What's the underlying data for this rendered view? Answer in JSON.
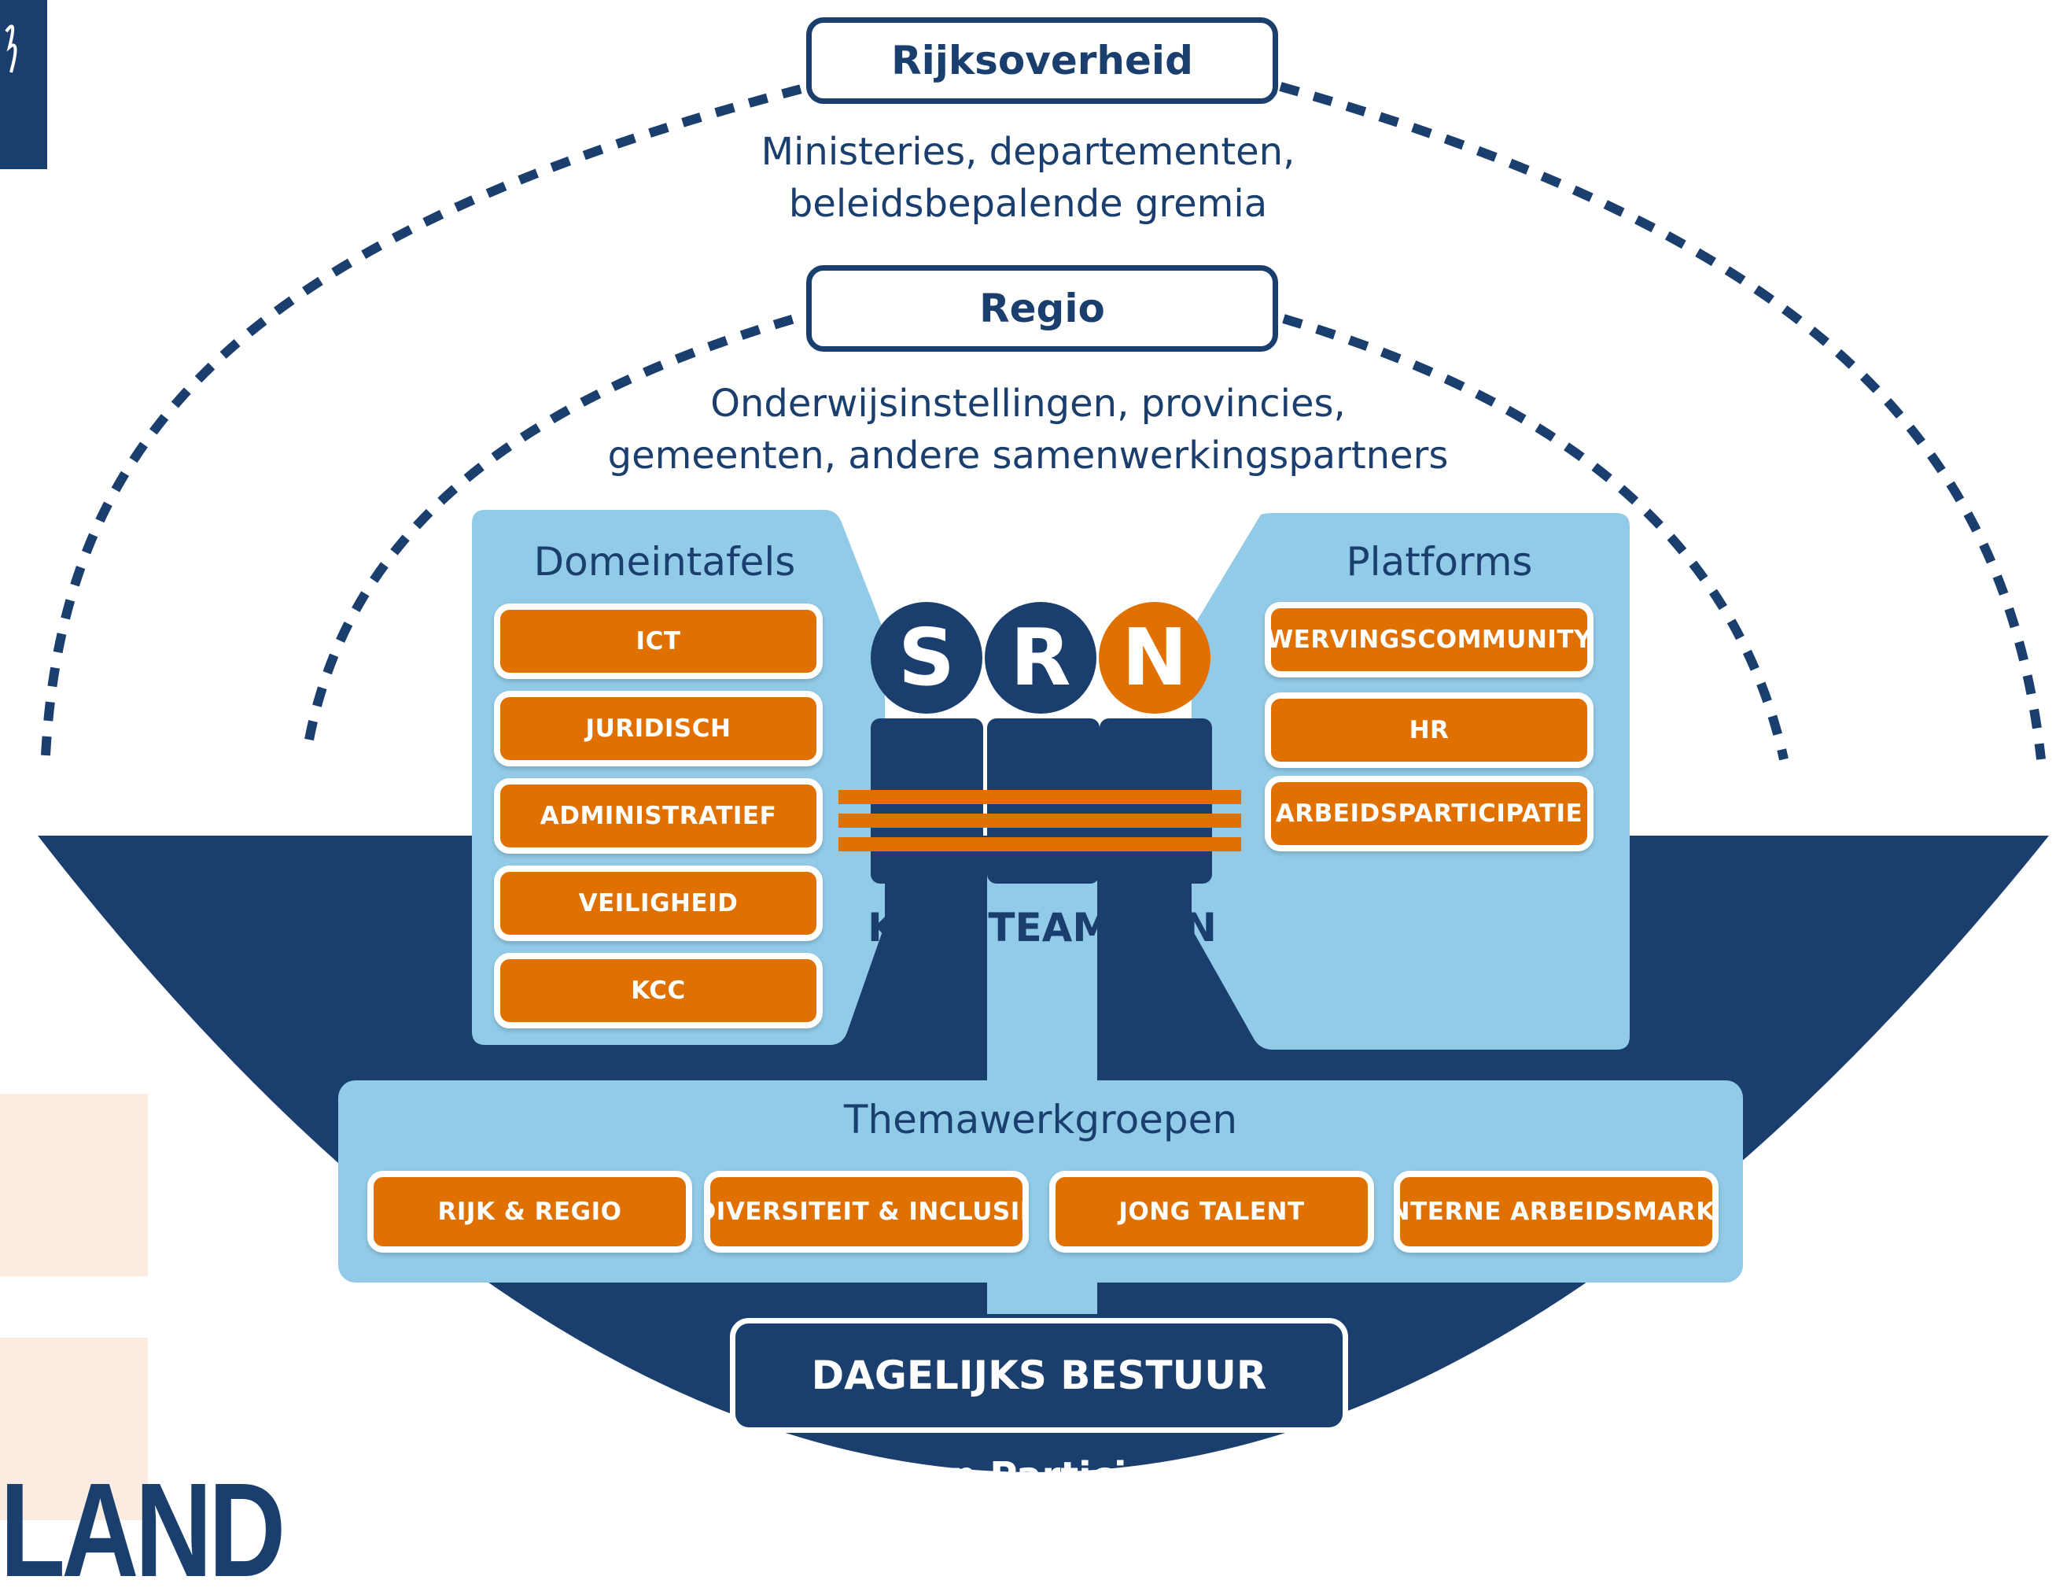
{
  "colors": {
    "navy": "#1a3f6e",
    "light_blue": "#92cbe8",
    "orange": "#e07000",
    "peach": "#fcebe0",
    "white": "#ffffff"
  },
  "rijksoverheid": {
    "title": "Rijksoverheid",
    "description": [
      "Ministeries, departementen,",
      "beleidsbepalende gremia"
    ]
  },
  "regio": {
    "title": "Regio",
    "description": [
      "Onderwijsinstellingen, provincies,",
      "gemeenten, andere samenwerkingspartners"
    ]
  },
  "domeintafels": {
    "title": "Domeintafels",
    "items": [
      "ICT",
      "JURIDISCH",
      "ADMINISTRATIEF",
      "VEILIGHEID",
      "KCC"
    ]
  },
  "platforms": {
    "title": "Platforms",
    "items": [
      "WERVINGSCOMMUNITY",
      "HR",
      "ARBEIDSPARTICIPATIE"
    ]
  },
  "srn_logo": {
    "letters": [
      "S",
      "R",
      "N"
    ],
    "letter_colors": [
      "#1a3f6e",
      "#1a3f6e",
      "#e07000"
    ]
  },
  "kernteam": {
    "label": "KERNTEAM SRN"
  },
  "themawerkgroepen": {
    "title": "Themawerkgroepen",
    "items": [
      "RIJK & REGIO",
      "DIVERSITEIT & INCLUSIE",
      "JONG TALENT",
      "INTERNE ARBEIDSMARKT"
    ]
  },
  "dagelijks_bestuur": {
    "label": "DAGELIJKS BESTUUR"
  },
  "raad": {
    "title": "Raad van Participanten",
    "subtitle": "Opdrachtgever SRN"
  },
  "edge_brand": {
    "text": "LAND"
  }
}
